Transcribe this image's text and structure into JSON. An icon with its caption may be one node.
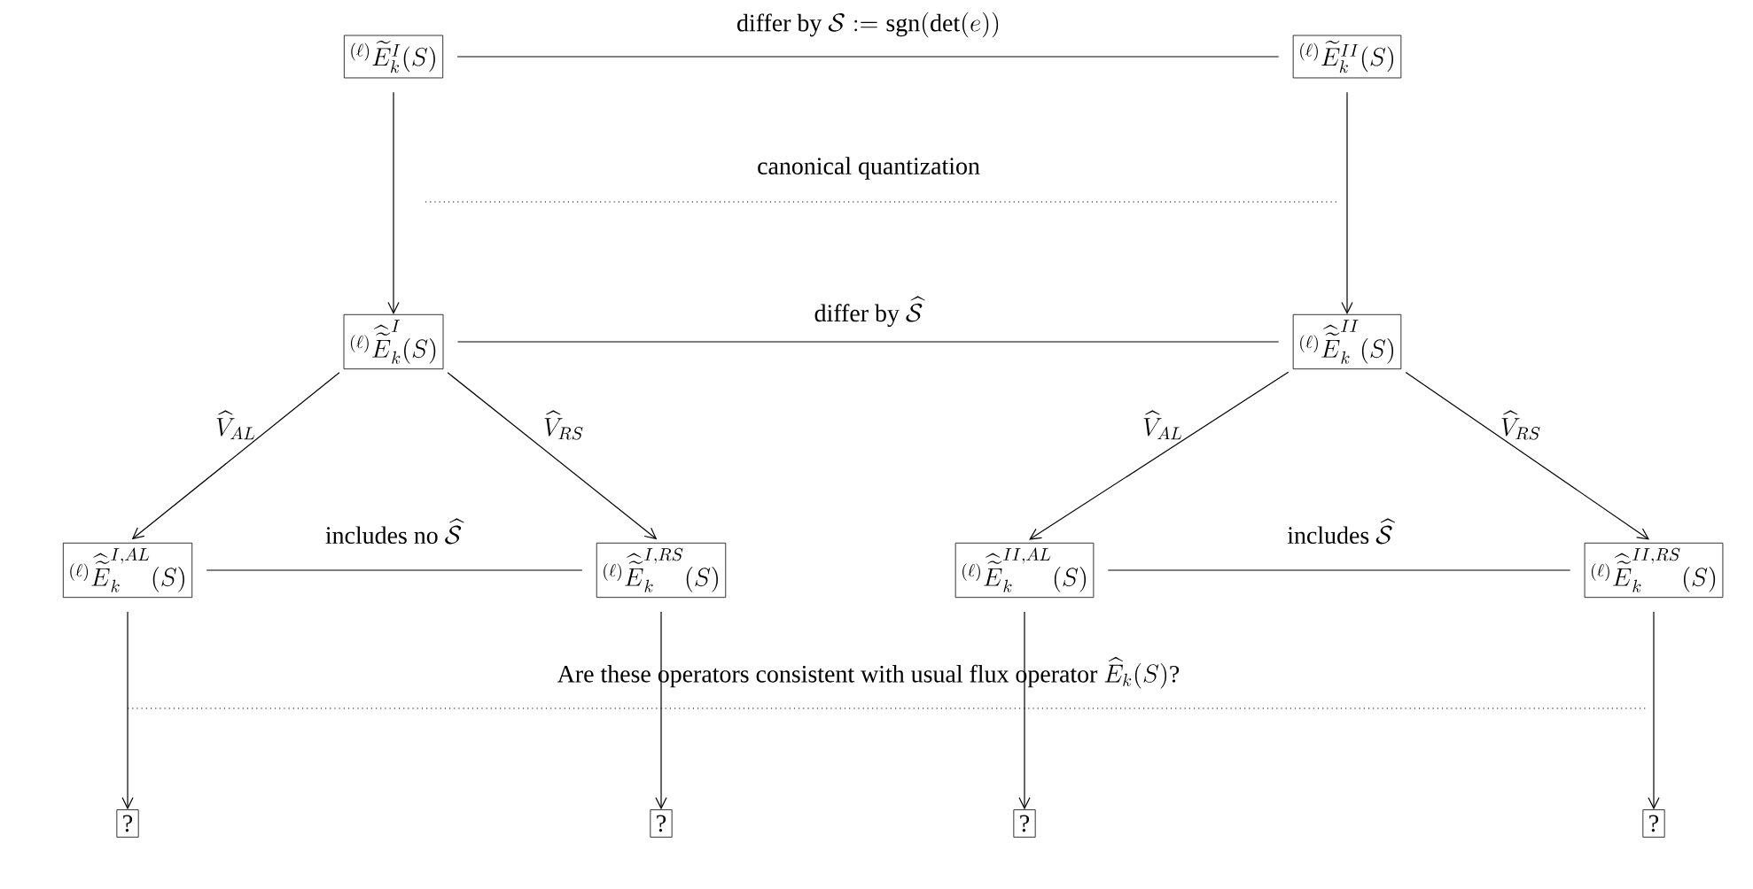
{
  "diagram": {
    "nodes": [
      {
        "text": [
          "{}^{(\\ell)}\\widetilde{E}^{I}_k(S)"
        ]
      },
      {
        "text": [
          "{}^{(\\ell)}\\widetilde{E}^{II}_k(S)"
        ]
      },
      {
        "text": [
          "{}^{(\\ell)}\\widehat{\\widetilde{E}}^{I}_k(S)"
        ]
      },
      {
        "text": [
          "{}^{(\\ell)}\\widehat{\\widetilde{E}}^{II}_k(S)"
        ]
      },
      {
        "text": [
          "{}^{(\\ell)}\\widehat{\\widetilde{E}}^{I,AL}_k(S)"
        ]
      },
      {
        "text": [
          "{}^{(\\ell)}\\widehat{\\widetilde{E}}^{I,RS}_k(S)"
        ]
      },
      {
        "text": [
          "{}^{(\\ell)}\\widehat{\\widetilde{E}}^{II,AL}_k(S)"
        ]
      },
      {
        "text": [
          "{}^{(\\ell)}\\widehat{\\widetilde{E}}^{II,RS}_k(S)"
        ]
      },
      {
        "text": [
          "?"
        ]
      },
      {
        "text": [
          "?"
        ]
      },
      {
        "text": [
          "?"
        ]
      },
      {
        "text": [
          "?"
        ]
      }
    ],
    "edges": [
      {
        "from": 0,
        "to": 1,
        "arrow": "none",
        "label": "\\text{differ by } \\mathcal{S} := \\mathrm{sgn}(\\det(e))"
      },
      {
        "from": 0,
        "to": 2,
        "arrow": "to"
      },
      {
        "from": 1,
        "to": 3,
        "arrow": "to"
      },
      {
        "from": 2,
        "to": 3,
        "arrow": "none",
        "label": "\\text{differ by } \\widehat{\\mathcal{S}}"
      },
      {
        "from": 2,
        "to": 4,
        "arrow": "to",
        "label": "\\widehat{V}_{AL}"
      },
      {
        "from": 2,
        "to": 5,
        "arrow": "to",
        "label": "\\widehat{V}_{RS}"
      },
      {
        "from": 3,
        "to": 6,
        "arrow": "to",
        "label": "\\widehat{V}_{AL}"
      },
      {
        "from": 3,
        "to": 7,
        "arrow": "to",
        "label": "\\widehat{V}_{RS}"
      },
      {
        "from": 4,
        "to": 5,
        "arrow": "none",
        "label": "\\text{includes no } \\widehat{\\mathcal{S}}"
      },
      {
        "from": 6,
        "to": 7,
        "arrow": "none",
        "label": "\\text{includes } \\widehat{\\mathcal{S}}"
      },
      {
        "from": 4,
        "to": 8,
        "arrow": "to"
      },
      {
        "from": 5,
        "to": 9,
        "arrow": "to"
      },
      {
        "from": 6,
        "to": 10,
        "arrow": "to"
      },
      {
        "from": 7,
        "to": 11,
        "arrow": "to"
      }
    ],
    "labels": [
      "\\text{canonical quantization}",
      "\\text{Are these operators consistent with usual flux operator } \\widehat{E}_k(S)\\text{?}"
    ]
  }
}
